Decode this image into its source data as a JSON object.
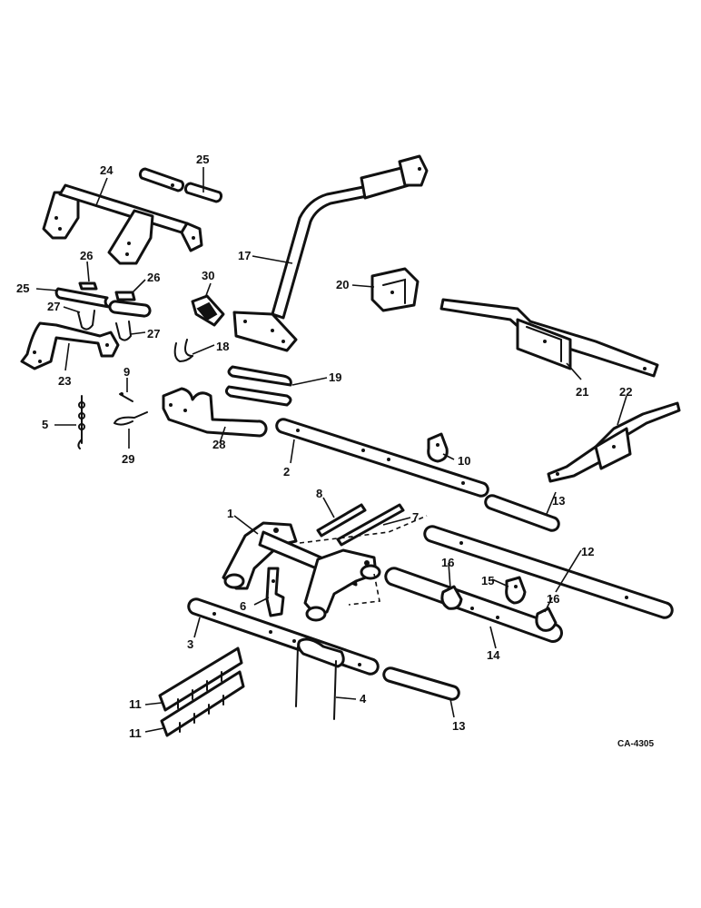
{
  "diagram": {
    "code": "CA-4305",
    "callouts": {
      "c1": "1",
      "c2": "2",
      "c3": "3",
      "c4": "4",
      "c5": "5",
      "c6": "6",
      "c7": "7",
      "c8": "8",
      "c9": "9",
      "c10": "10",
      "c11a": "11",
      "c11b": "11",
      "c12": "12",
      "c13a": "13",
      "c13b": "13",
      "c14": "14",
      "c15": "15",
      "c16a": "16",
      "c16b": "16",
      "c17": "17",
      "c18": "18",
      "c19": "19",
      "c20": "20",
      "c21": "21",
      "c22": "22",
      "c23": "23",
      "c24": "24",
      "c25a": "25",
      "c25b": "25",
      "c26a": "26",
      "c26b": "26",
      "c27a": "27",
      "c27b": "27",
      "c28": "28",
      "c29": "29",
      "c30": "30"
    }
  }
}
